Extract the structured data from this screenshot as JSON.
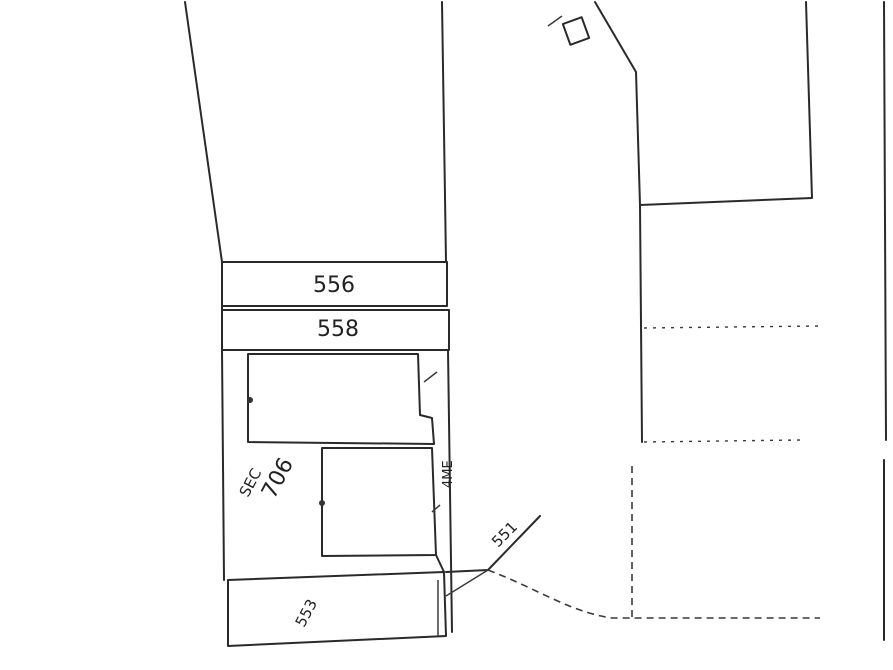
{
  "map": {
    "parcels": {
      "p556": "556",
      "p558": "558",
      "p706": "706",
      "p551": "551",
      "p553": "553"
    },
    "side_text": {
      "sec": "SEC",
      "col": "4ME"
    },
    "colors": {
      "line": "#2a2a2a",
      "hatch": "#333333",
      "paper": "#ffffff"
    }
  }
}
